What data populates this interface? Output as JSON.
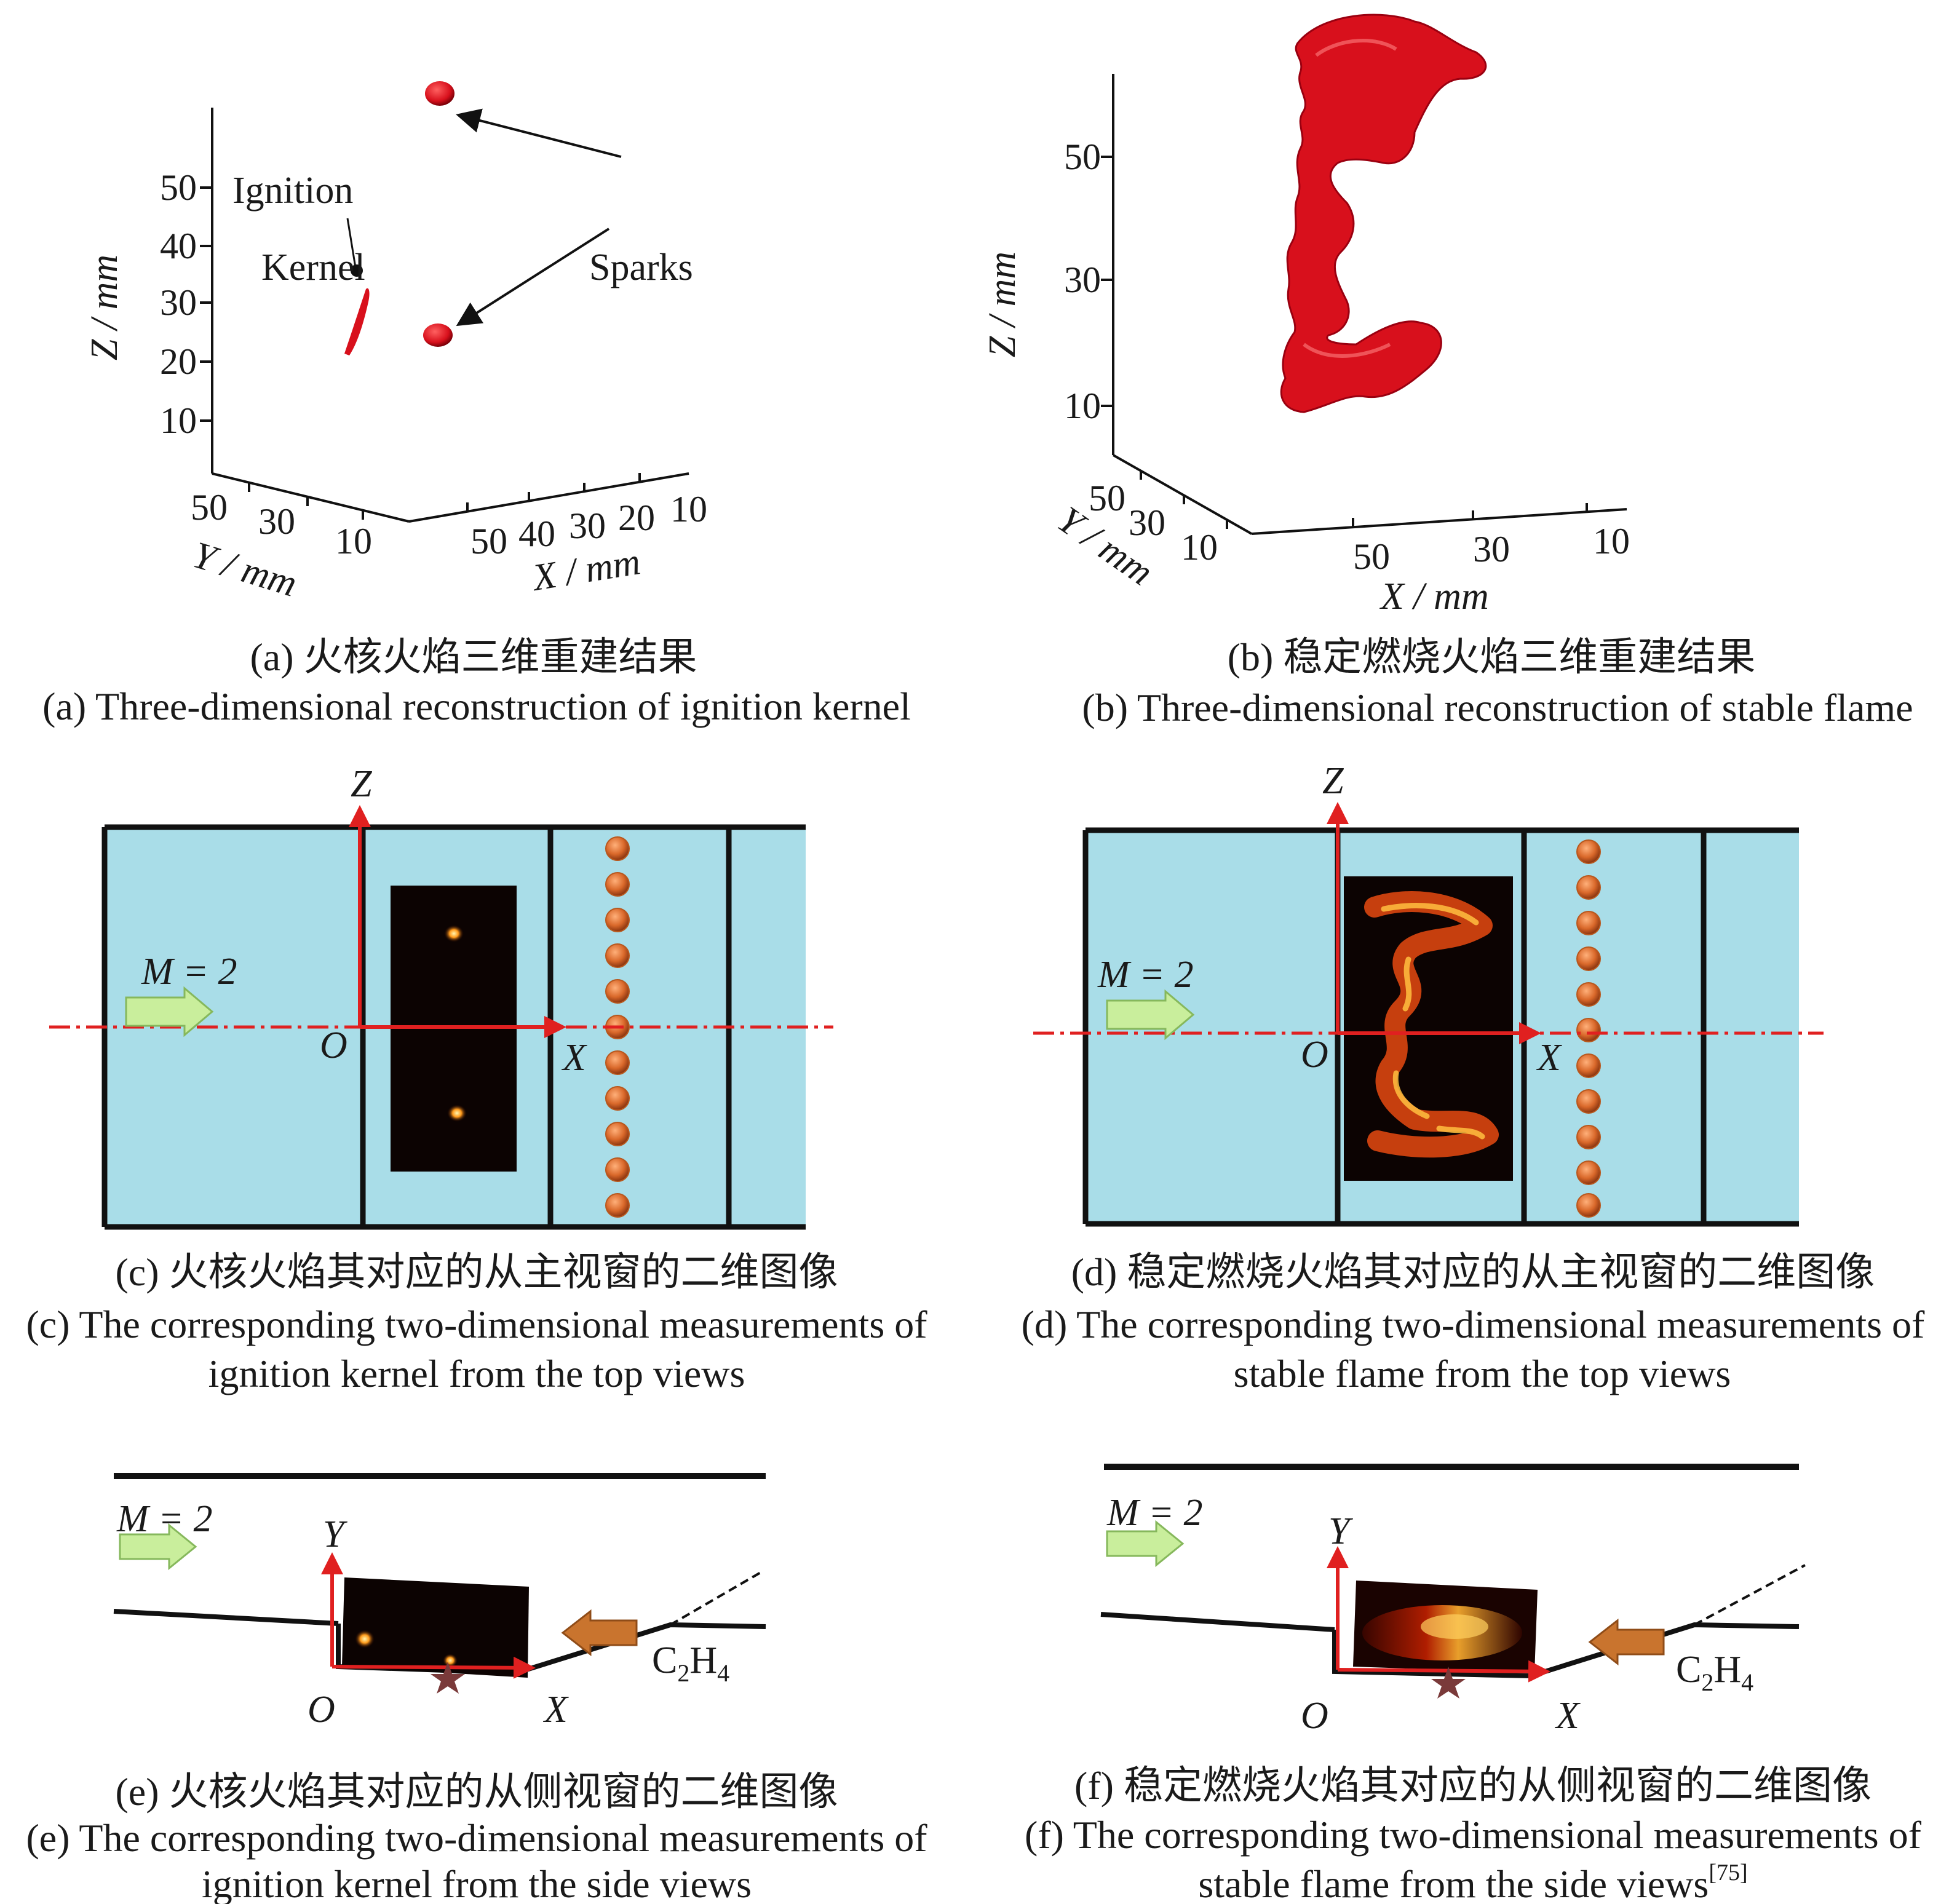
{
  "colors": {
    "flame_red": "#d8101c",
    "channel_blue": "#a9dde8",
    "axis_red": "#e02020",
    "spark_orange": "#d9682a",
    "arrow_green": "#c9ee9c",
    "c2h4_arrow": "#c9742e"
  },
  "panel_a": {
    "z_ticks": [
      "50",
      "40",
      "30",
      "20",
      "10"
    ],
    "z_axis": "Z / mm",
    "y_ticks": [
      "50",
      "30",
      "10"
    ],
    "y_axis": "Y / mm",
    "x_ticks": [
      "50",
      "40",
      "30",
      "20",
      "10"
    ],
    "x_axis": "X / mm",
    "label_ignition": "Ignition",
    "label_kernel": "Kernel",
    "label_sparks": "Sparks",
    "caption_cn": "(a) 火核火焰三维重建结果",
    "caption_en": "(a) Three-dimensional reconstruction of ignition kernel"
  },
  "panel_b": {
    "z_ticks": [
      "50",
      "30",
      "10"
    ],
    "z_axis": "Z / mm",
    "y_ticks": [
      "50",
      "30",
      "10"
    ],
    "y_axis": "Y / mm",
    "x_ticks": [
      "50",
      "30",
      "10"
    ],
    "x_axis": "X / mm",
    "caption_cn": "(b) 稳定燃烧火焰三维重建结果",
    "caption_en": "(b) Three-dimensional reconstruction of stable flame"
  },
  "panel_c": {
    "z_label": "Z",
    "o_label": "O",
    "x_label": "X",
    "mach": "M = 2",
    "caption_cn": "(c) 火核火焰其对应的从主视窗的二维图像",
    "caption_en_1": "(c) The corresponding two-dimensional measurements of",
    "caption_en_2": "ignition kernel from the top views"
  },
  "panel_d": {
    "z_label": "Z",
    "o_label": "O",
    "x_label": "X",
    "mach": "M = 2",
    "caption_cn": "(d) 稳定燃烧火焰其对应的从主视窗的二维图像",
    "caption_en_1": "(d) The corresponding two-dimensional measurements of",
    "caption_en_2": "stable flame from the top views"
  },
  "panel_e": {
    "y_label": "Y",
    "o_label": "O",
    "x_label": "X",
    "mach": "M = 2",
    "fuel_c": "C",
    "fuel_sub1": "2",
    "fuel_h": "H",
    "fuel_sub2": "4",
    "caption_cn": "(e) 火核火焰其对应的从侧视窗的二维图像",
    "caption_en_1": "(e) The corresponding two-dimensional measurements of",
    "caption_en_2": "ignition kernel from the side views"
  },
  "panel_f": {
    "y_label": "Y",
    "o_label": "O",
    "x_label": "X",
    "mach": "M = 2",
    "fuel_c": "C",
    "fuel_sub1": "2",
    "fuel_h": "H",
    "fuel_sub2": "4",
    "caption_cn": "(f) 稳定燃烧火焰其对应的从侧视窗的二维图像",
    "caption_en_1": "(f) The corresponding two-dimensional measurements of",
    "caption_en_2": "stable flame from the side views",
    "citation": "[75]"
  }
}
